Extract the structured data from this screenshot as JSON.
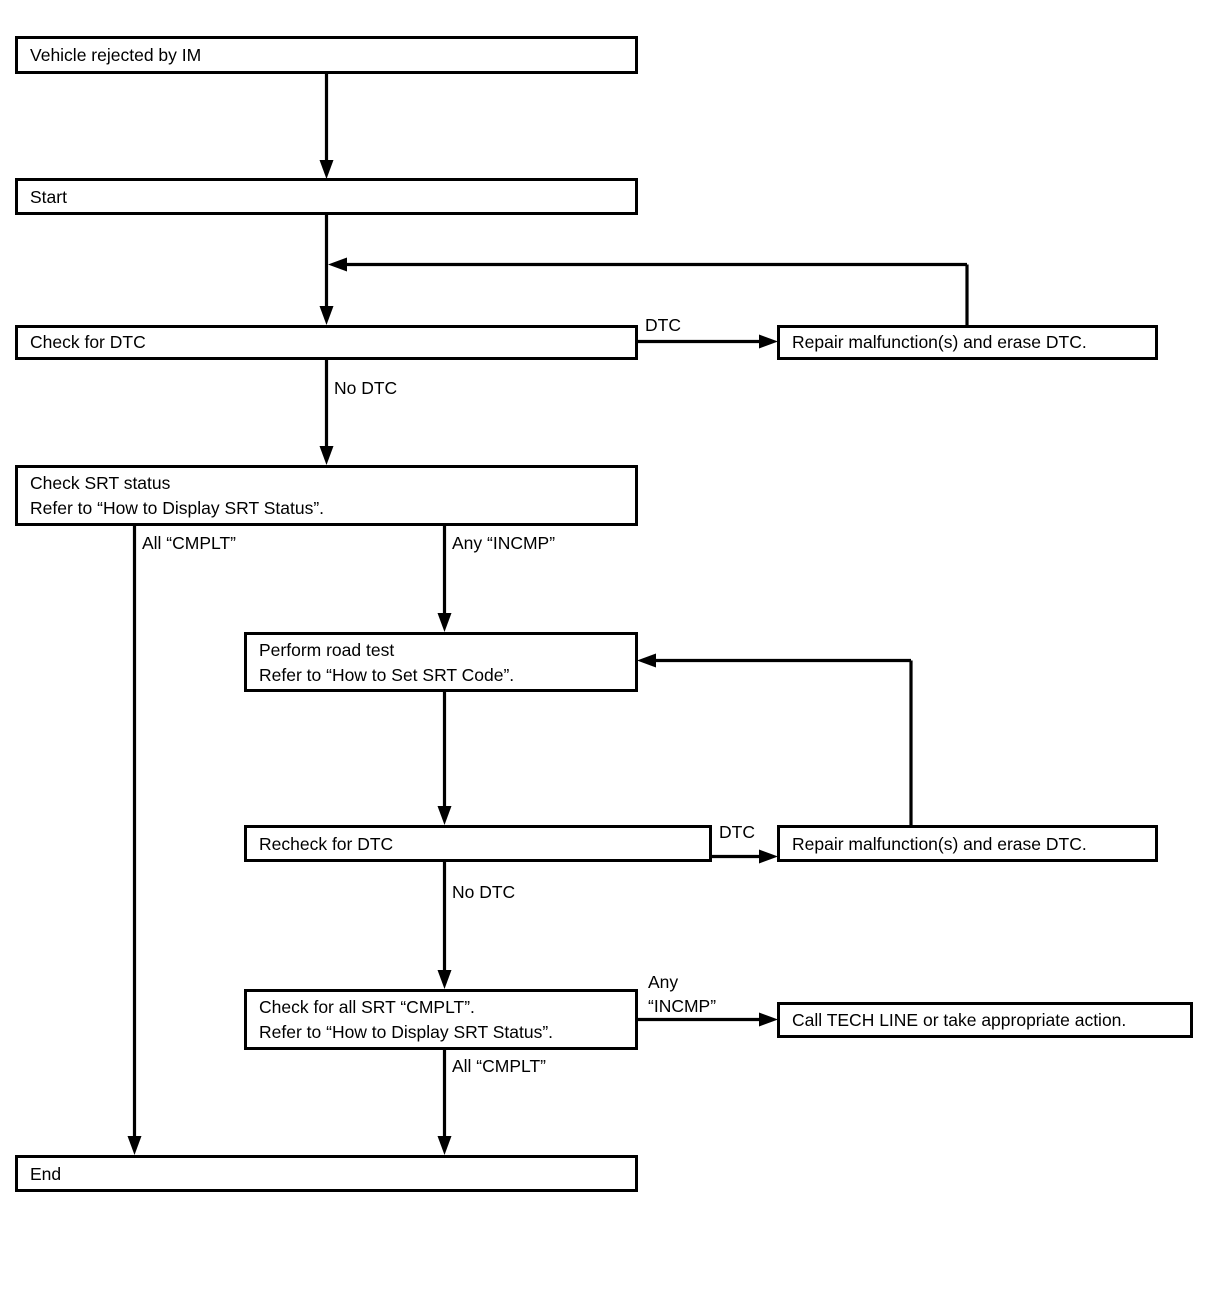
{
  "diagram": {
    "title": "Vehicle IM rejection SRT diagnostic flowchart",
    "stroke_color": "#000000",
    "background_color": "#ffffff"
  },
  "nodes": {
    "vehicle_rejected": {
      "text": "Vehicle rejected by IM"
    },
    "start": {
      "text": "Start"
    },
    "check_dtc": {
      "text": "Check for DTC"
    },
    "repair_1": {
      "text": "Repair malfunction(s) and erase DTC."
    },
    "check_srt_status_line1": {
      "text": "Check SRT status"
    },
    "check_srt_status_line2": {
      "text": "Refer to “How to Display SRT Status”."
    },
    "road_test_line1": {
      "text": "Perform road test"
    },
    "road_test_line2": {
      "text": "Refer to “How to Set SRT Code”."
    },
    "recheck_dtc": {
      "text": "Recheck for DTC"
    },
    "repair_2": {
      "text": "Repair malfunction(s) and erase DTC."
    },
    "check_all_srt_line1": {
      "text": "Check for all SRT “CMPLT”."
    },
    "check_all_srt_line2": {
      "text": "Refer to “How to Display SRT Status”."
    },
    "tech_line": {
      "text": "Call TECH LINE or take appropriate action."
    },
    "end": {
      "text": "End"
    }
  },
  "edge_labels": {
    "dtc_1": {
      "text": "DTC"
    },
    "no_dtc_1": {
      "text": "No DTC"
    },
    "all_cmplt_1": {
      "text": "All “CMPLT”"
    },
    "any_incmp_1": {
      "text": "Any “INCMP”"
    },
    "dtc_2": {
      "text": "DTC"
    },
    "no_dtc_2": {
      "text": "No DTC"
    },
    "any_incmp_2_line1": {
      "text": "Any"
    },
    "any_incmp_2_line2": {
      "text": "“INCMP”"
    },
    "all_cmplt_2": {
      "text": "All “CMPLT”"
    }
  }
}
